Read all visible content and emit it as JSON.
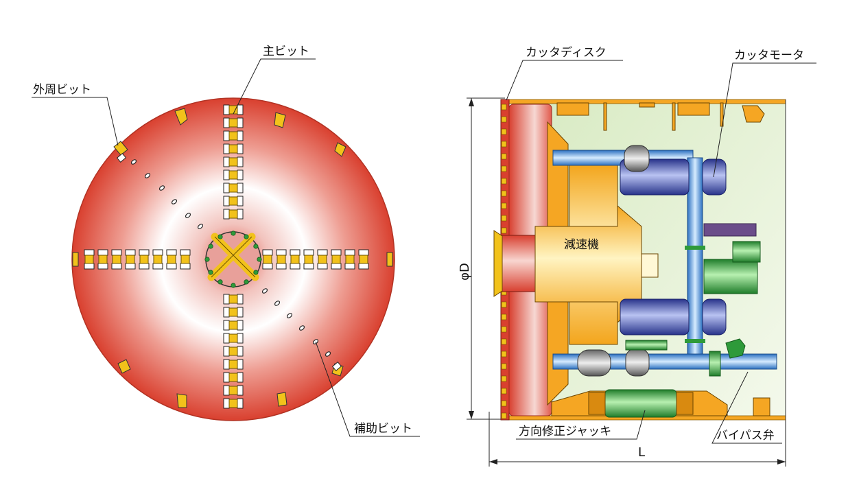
{
  "front_view": {
    "labels": {
      "main_bit": "主ビット",
      "outer_bit": "外周ビット",
      "aux_bit": "補助ビット"
    }
  },
  "side_view": {
    "labels": {
      "cutter_disc": "カッタディスク",
      "cutter_motor": "カッタモータ",
      "reducer": "減速機",
      "steering_jack": "方向修正ジャッキ",
      "bypass_valve": "バイパス弁"
    },
    "dimensions": {
      "diameter": "φD",
      "length": "L"
    }
  },
  "colors": {
    "disc_red": "#d94735",
    "bit_yellow": "#f2c21b",
    "gear_orange": "#f5a623",
    "pipe_blue": "#3f8fd6",
    "motor_navy": "#3b4aa8",
    "jack_green": "#2e9a3a",
    "interior_green": "#e9f3d9"
  }
}
